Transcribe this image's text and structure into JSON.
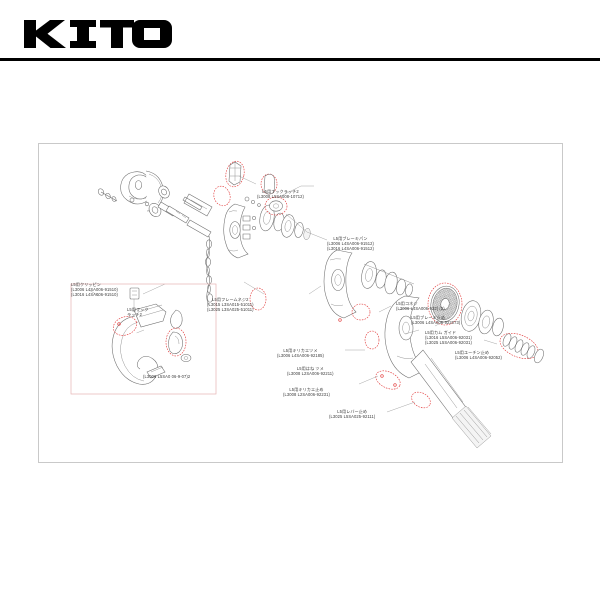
{
  "header": {
    "brand": "KITO",
    "logo_icon": "kito-wordmark"
  },
  "diagram": {
    "title": "KITO L5 lever hoist exploded parts diagram",
    "frame_color": "#c9c9c9",
    "line_color": "#555555",
    "highlight_color": "#e03030",
    "inset_border_color": "#e7b4b4"
  },
  "callouts": [
    {
      "id": "hook-latch-1",
      "title": "L5用フックラッチ2",
      "part_numbers": [
        "(L3008 L5SA008-10712)"
      ]
    },
    {
      "id": "brake-pin",
      "title": "L5用ブレーキパン",
      "part_numbers": [
        "(L3006 L4SA006-91512)",
        "(L3016 L4SA006-91512)"
      ]
    },
    {
      "id": "clip-pin",
      "title": "L5用クリッピン",
      "part_numbers": [
        "(L3006 L4SA006-91510)",
        "(L3016 L4SA006-91510)"
      ]
    },
    {
      "id": "hook-latch-2",
      "title": "L5用フック",
      "subtitle": "ラッチ2",
      "part_numbers": []
    },
    {
      "id": "hook-latch-2-pn",
      "title": "",
      "part_numbers": [
        "(L3006 L5SA0 06-9-07)2"
      ]
    },
    {
      "id": "frame-screw",
      "title": "L5用フレームネジ2",
      "part_numbers": [
        "(L3015 L3SA015-51011)",
        "(L3025 L3SA025-51011)"
      ]
    },
    {
      "id": "small-screw",
      "title": "L5用コネジ",
      "part_numbers": [
        "(L3006 L4SA006-922) (2)"
      ]
    },
    {
      "id": "brake-stop",
      "title": "L5用ブレーキ止め",
      "part_numbers": [
        "(L3006 L4SA006-922073)"
      ]
    },
    {
      "id": "cam-guide",
      "title": "L5用カム ガイド",
      "part_numbers": [
        "(L3016 L5SA006-92031)",
        "(L3025 L5SA006-92031)"
      ]
    },
    {
      "id": "chain-stop",
      "title": "L5用ユーチン止め",
      "part_numbers": [
        "(L3006 L4SA006-92052)"
      ]
    },
    {
      "id": "switch-pawl",
      "title": "L5用キリカエツメ",
      "part_numbers": [
        "(L3006 L4SA006-92185)"
      ]
    },
    {
      "id": "spring-pawl",
      "title": "L5用はね ツメ",
      "part_numbers": [
        "(L3008 L2SA006-92211)"
      ]
    },
    {
      "id": "switch-stop",
      "title": "L5用キリカエ止め",
      "part_numbers": [
        "(L3008 L2SA006-92231)"
      ]
    },
    {
      "id": "lever-stop",
      "title": "L5用レバー止め",
      "part_numbers": [
        "(L3025 L5SA025-92111)"
      ]
    }
  ]
}
